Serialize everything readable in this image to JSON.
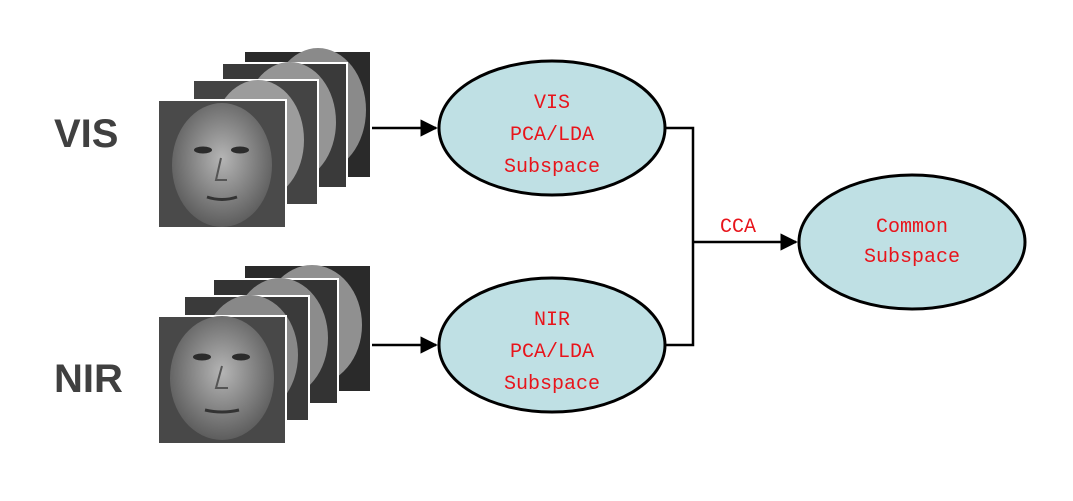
{
  "modalities": [
    {
      "id": "vis",
      "label": "VIS",
      "face_tone": "#9a9a9a",
      "subspace_lines": [
        "VIS",
        "PCA/LDA",
        "Subspace"
      ]
    },
    {
      "id": "nir",
      "label": "NIR",
      "face_tone": "#8a8a8a",
      "subspace_lines": [
        "NIR",
        "PCA/LDA",
        "Subspace"
      ]
    }
  ],
  "merge_label": "CCA",
  "common": {
    "lines": [
      "Common",
      "Subspace"
    ]
  },
  "colors": {
    "ellipse_fill": "#bfe0e4",
    "ellipse_stroke": "#000000",
    "node_text": "#e8141b",
    "side_label": "#404040",
    "arrow": "#000000"
  }
}
